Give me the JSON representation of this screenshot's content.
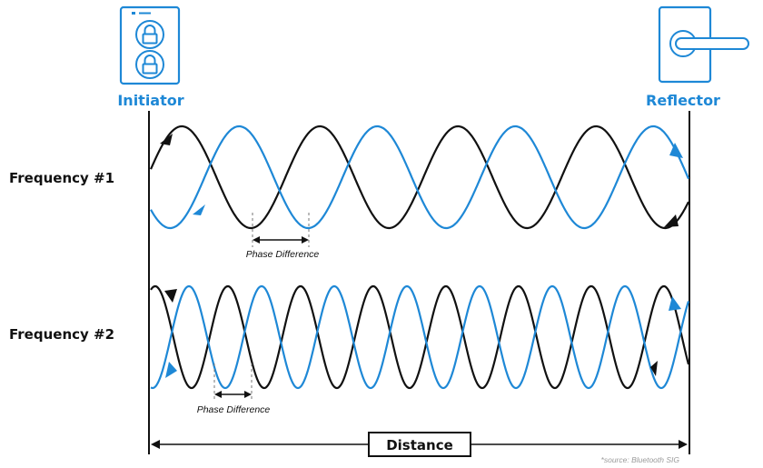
{
  "initiator": {
    "label": "Initiator",
    "icon": "smart-lock-keypad-icon"
  },
  "reflector": {
    "label": "Reflector",
    "icon": "door-handle-icon"
  },
  "frequency_1": {
    "label": "Frequency #1",
    "phase_label": "Phase Difference"
  },
  "frequency_2": {
    "label": "Frequency #2",
    "phase_label": "Phase Difference"
  },
  "distance": {
    "label": "Distance"
  },
  "source": {
    "label": "*source: Bluetooth SIG"
  },
  "colors": {
    "blue_wave": "#1e88d6",
    "black_wave": "#111111",
    "accent": "#1e88d6"
  }
}
